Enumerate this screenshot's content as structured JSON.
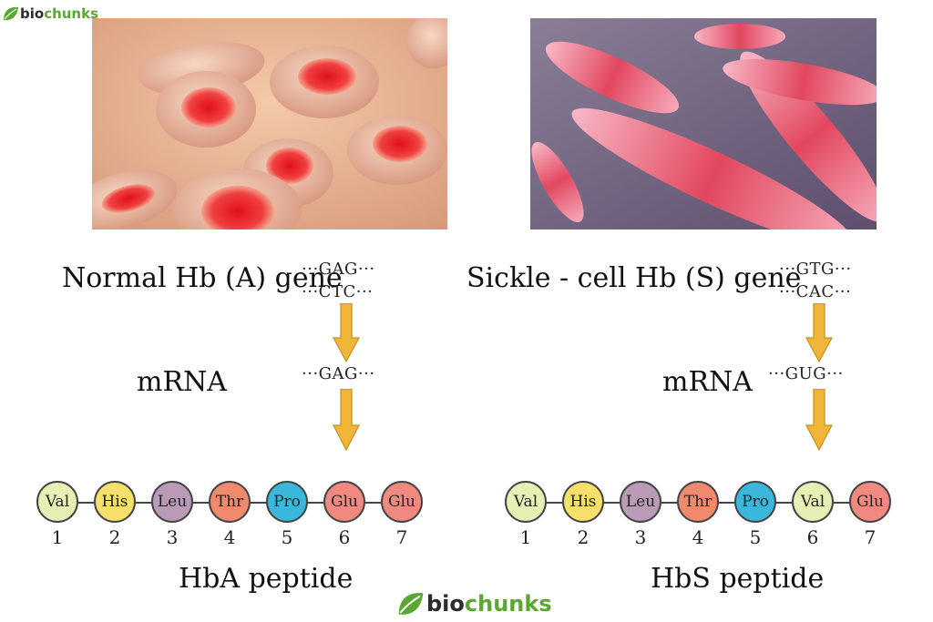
{
  "logo": {
    "bio": "bio",
    "chunks": "chunks"
  },
  "panels": [
    {
      "gene_label": "Normal Hb (A) gene",
      "dna_top": "···GAG···",
      "dna_bottom": "···CTC···",
      "mrna_label": "mRNA",
      "mrna_codon": "···GAG···",
      "peptide_label": "HbA peptide",
      "residues": [
        {
          "name": "Val",
          "num": "1",
          "color": "#e7efb4"
        },
        {
          "name": "His",
          "num": "2",
          "color": "#f6df6a"
        },
        {
          "name": "Leu",
          "num": "3",
          "color": "#b99ab7"
        },
        {
          "name": "Thr",
          "num": "4",
          "color": "#f08a6e"
        },
        {
          "name": "Pro",
          "num": "5",
          "color": "#39b8dc"
        },
        {
          "name": "Glu",
          "num": "6",
          "color": "#f08a80"
        },
        {
          "name": "Glu",
          "num": "7",
          "color": "#f08a80"
        }
      ]
    },
    {
      "gene_label": "Sickle - cell Hb (S) gene",
      "dna_top": "···GTG···",
      "dna_bottom": "···CAC···",
      "mrna_label": "mRNA",
      "mrna_codon": "···GUG···",
      "peptide_label": "HbS peptide",
      "residues": [
        {
          "name": "Val",
          "num": "1",
          "color": "#e7efb4"
        },
        {
          "name": "His",
          "num": "2",
          "color": "#f6df6a"
        },
        {
          "name": "Leu",
          "num": "3",
          "color": "#b99ab7"
        },
        {
          "name": "Thr",
          "num": "4",
          "color": "#f08a6e"
        },
        {
          "name": "Pro",
          "num": "5",
          "color": "#39b8dc"
        },
        {
          "name": "Val",
          "num": "6",
          "color": "#e7efb4"
        },
        {
          "name": "Glu",
          "num": "7",
          "color": "#f08a80"
        }
      ]
    }
  ],
  "colors": {
    "arrow": "#f0b63a",
    "arrow_edge": "#c98c1c",
    "logo_green": "#5aa832"
  }
}
